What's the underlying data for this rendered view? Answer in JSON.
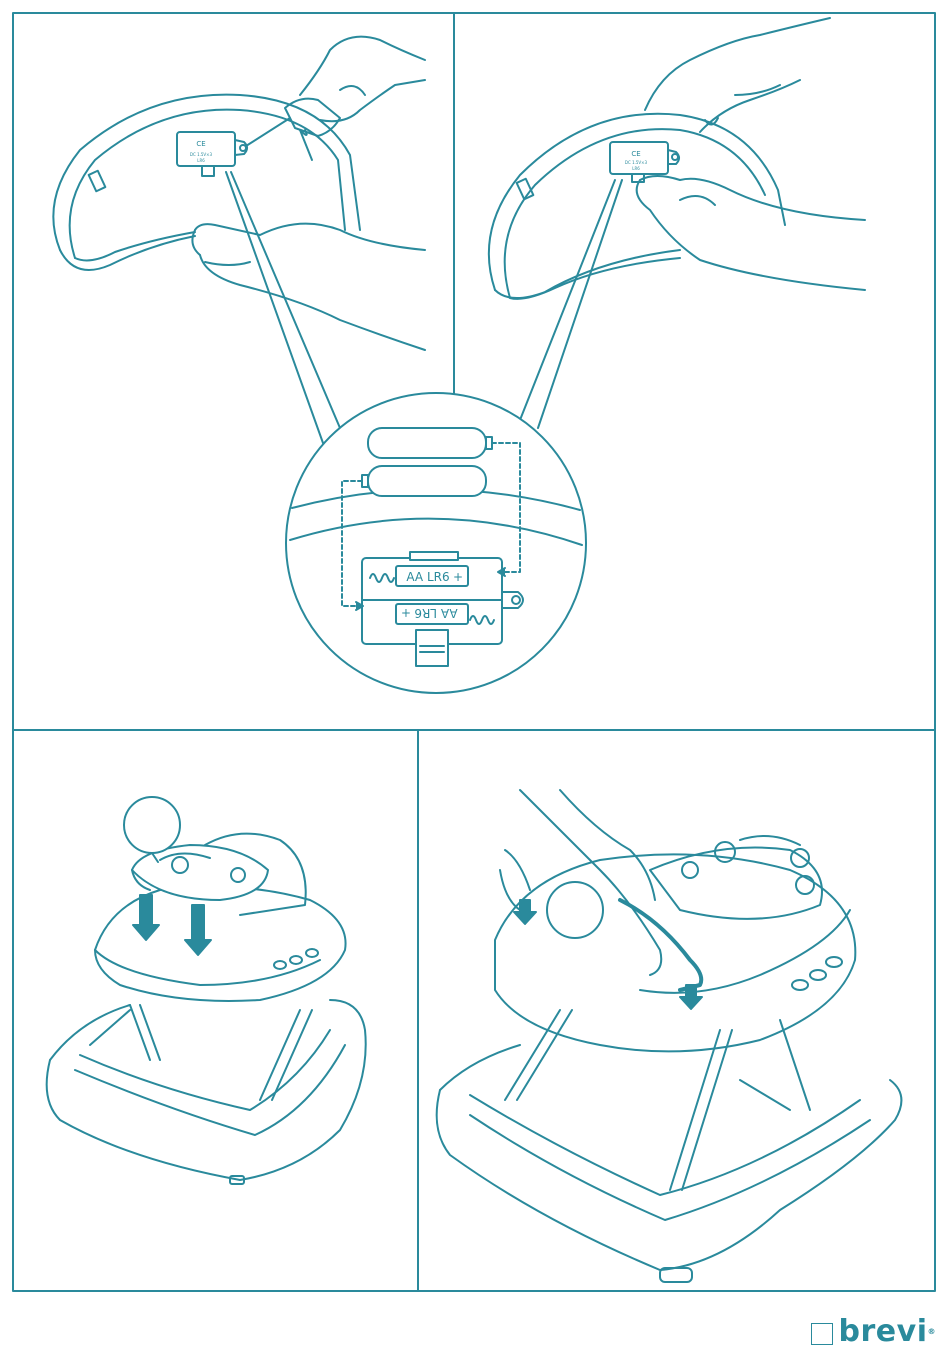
{
  "colors": {
    "line": "#2a8a9c",
    "fill_light": "#e9f4f6",
    "accent": "#2a8a9c"
  },
  "battery_labels": {
    "top": "AA LR6",
    "bottom": "AA LR6",
    "plus": "+"
  },
  "module_label": {
    "ce": "CE",
    "spec": "DC 1.5V×3",
    "sub": "LR6"
  },
  "brand": {
    "name": "brevi",
    "reg": "®"
  },
  "panels": {
    "top_left": {
      "content": "hand-screwdriver-opening-battery-cover"
    },
    "top_right": {
      "content": "hand-removing-battery-cover"
    },
    "detail": {
      "content": "battery-compartment-detail"
    },
    "bottom_left": {
      "content": "attaching-toy-tray-to-walker"
    },
    "bottom_right": {
      "content": "locking-tray-latch"
    }
  }
}
